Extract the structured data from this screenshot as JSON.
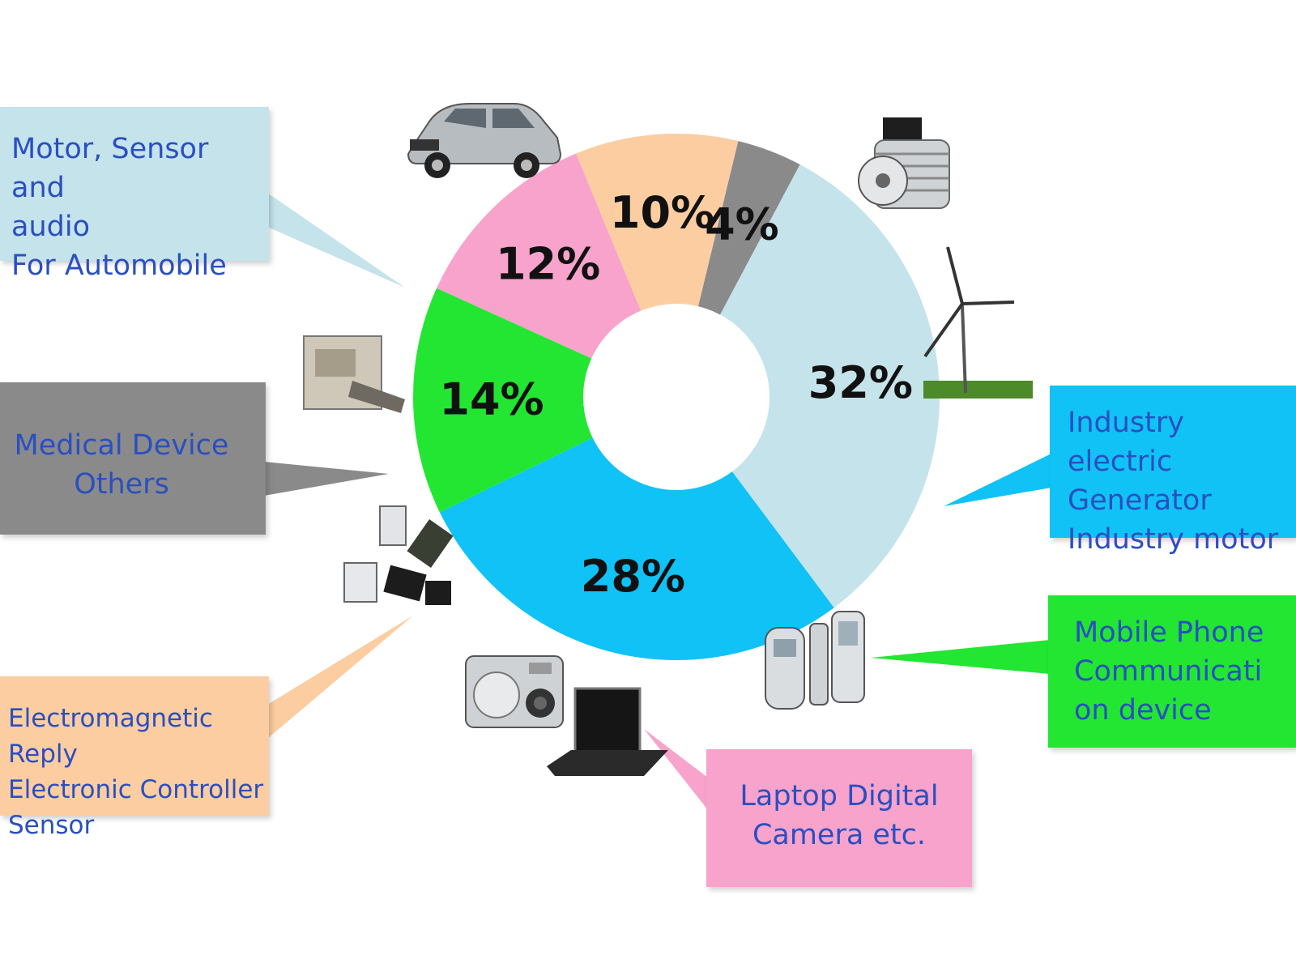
{
  "chart_data": {
    "type": "pie",
    "slices": [
      {
        "label": "Motor, Sensor and\naudio\nFor Automobile",
        "value": 32,
        "value_label": "32%",
        "color": "#c5e3ea"
      },
      {
        "label": "Industry electric\nGenerator\nIndustry motor",
        "value": 28,
        "value_label": "28%",
        "color": "#10c2f5"
      },
      {
        "label": "Mobile Phone\nCommunicati\non device",
        "value": 14,
        "value_label": "14%",
        "color": "#22e632"
      },
      {
        "label": "Laptop Digital\nCamera etc.",
        "value": 12,
        "value_label": "12%",
        "color": "#f7a3cb"
      },
      {
        "label": "Electromagnetic Reply\nElectronic Controller\nSensor",
        "value": 10,
        "value_label": "10%",
        "color": "#fbcda1"
      },
      {
        "label": "Medical Device\nOthers",
        "value": 4,
        "value_label": "4%",
        "color": "#8a8a8a"
      }
    ]
  },
  "icons": [
    "car-icon",
    "electric-motor-icon",
    "wind-turbine-icon",
    "mobile-phones-icon",
    "laptop-icon",
    "digital-camera-icon",
    "relays-icon",
    "medical-device-icon"
  ]
}
